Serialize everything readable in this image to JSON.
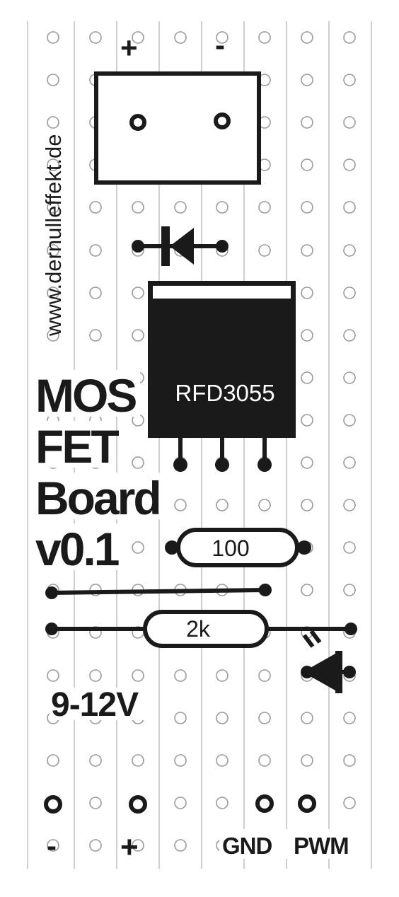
{
  "website": "www.dernulleffekt.de",
  "title_lines": [
    "MOS",
    "FET",
    "Board",
    "v0.1"
  ],
  "voltage": "9-12V",
  "power_jack": {
    "plus": "+",
    "minus": "-"
  },
  "mosfet_label": "RFD3055",
  "resistor_gate": "100",
  "resistor_pulldown": "2k",
  "bottom_labels": {
    "minus": "-",
    "plus": "+",
    "gnd": "GND",
    "pwm": "PWM"
  },
  "colors": {
    "ink": "#1a1a1a",
    "strip": "#b8b8b8",
    "hole": "#9a9a9a",
    "background": "#ffffff"
  }
}
